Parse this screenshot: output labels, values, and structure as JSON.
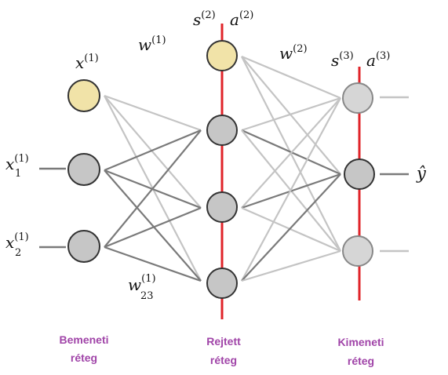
{
  "colors": {
    "bias_fill": "#f1e3a8",
    "node_fill": "#c6c6c6",
    "node_fill_light": "#d6d6d6",
    "node_stroke": "#333333",
    "node_stroke_light": "#888888",
    "edge_dark": "#7a7a7a",
    "edge_light": "#c4c4c4",
    "red_line": "#e0242a",
    "layer_label": "#a044a8"
  },
  "math_labels": {
    "x_bias": {
      "base": "x",
      "sup": "(1)"
    },
    "x1": {
      "base": "x",
      "sub": "1",
      "sup": "(1)"
    },
    "x2": {
      "base": "x",
      "sub": "2",
      "sup": "(1)"
    },
    "w1": {
      "base": "w",
      "sup": "(1)"
    },
    "w23": {
      "base": "w",
      "sub": "23",
      "sup": "(1)"
    },
    "s2": {
      "base": "s",
      "sup": "(2)"
    },
    "a2": {
      "base": "a",
      "sup": "(2)"
    },
    "w2": {
      "base": "w",
      "sup": "(2)"
    },
    "s3": {
      "base": "s",
      "sup": "(3)"
    },
    "a3": {
      "base": "a",
      "sup": "(3)"
    },
    "yhat": {
      "base": "ŷ"
    }
  },
  "layers": {
    "input": {
      "line1": "Bemeneti",
      "line2": "réteg"
    },
    "hidden": {
      "line1": "Rejtett",
      "line2": "réteg"
    },
    "output": {
      "line1": "Kimeneti",
      "line2": "réteg"
    }
  }
}
